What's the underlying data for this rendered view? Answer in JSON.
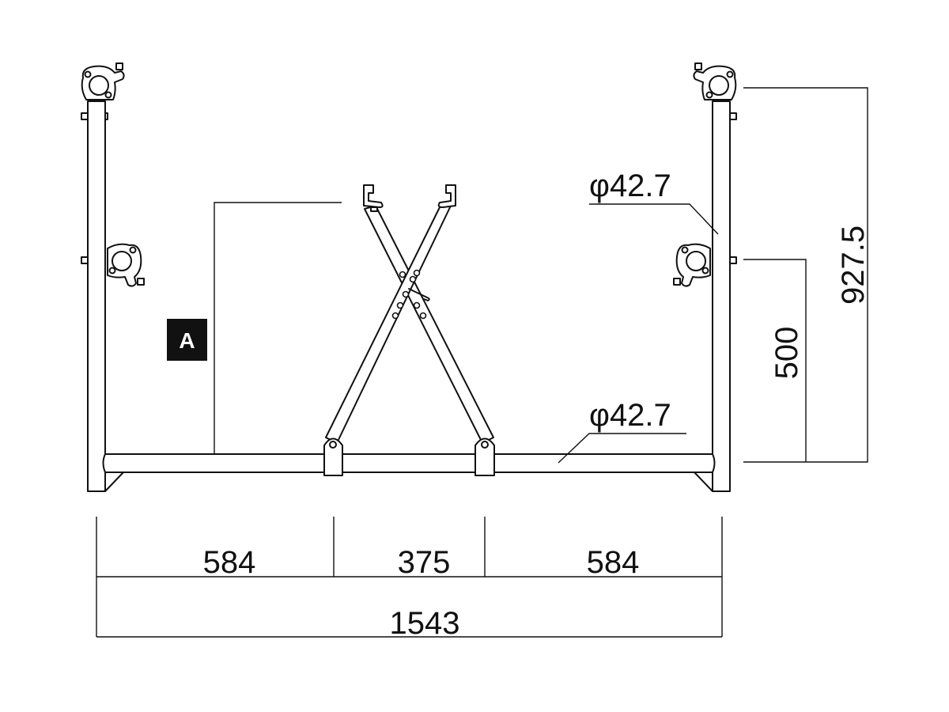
{
  "drawing": {
    "label_a": "A",
    "diameter_upright": "φ42.7",
    "diameter_rail": "φ42.7",
    "height_total": "927.5",
    "height_clamp": "500",
    "width_left": "584",
    "width_middle": "375",
    "width_right": "584",
    "width_total": "1543"
  },
  "colors": {
    "line": "#111111",
    "badge": "#111111"
  }
}
